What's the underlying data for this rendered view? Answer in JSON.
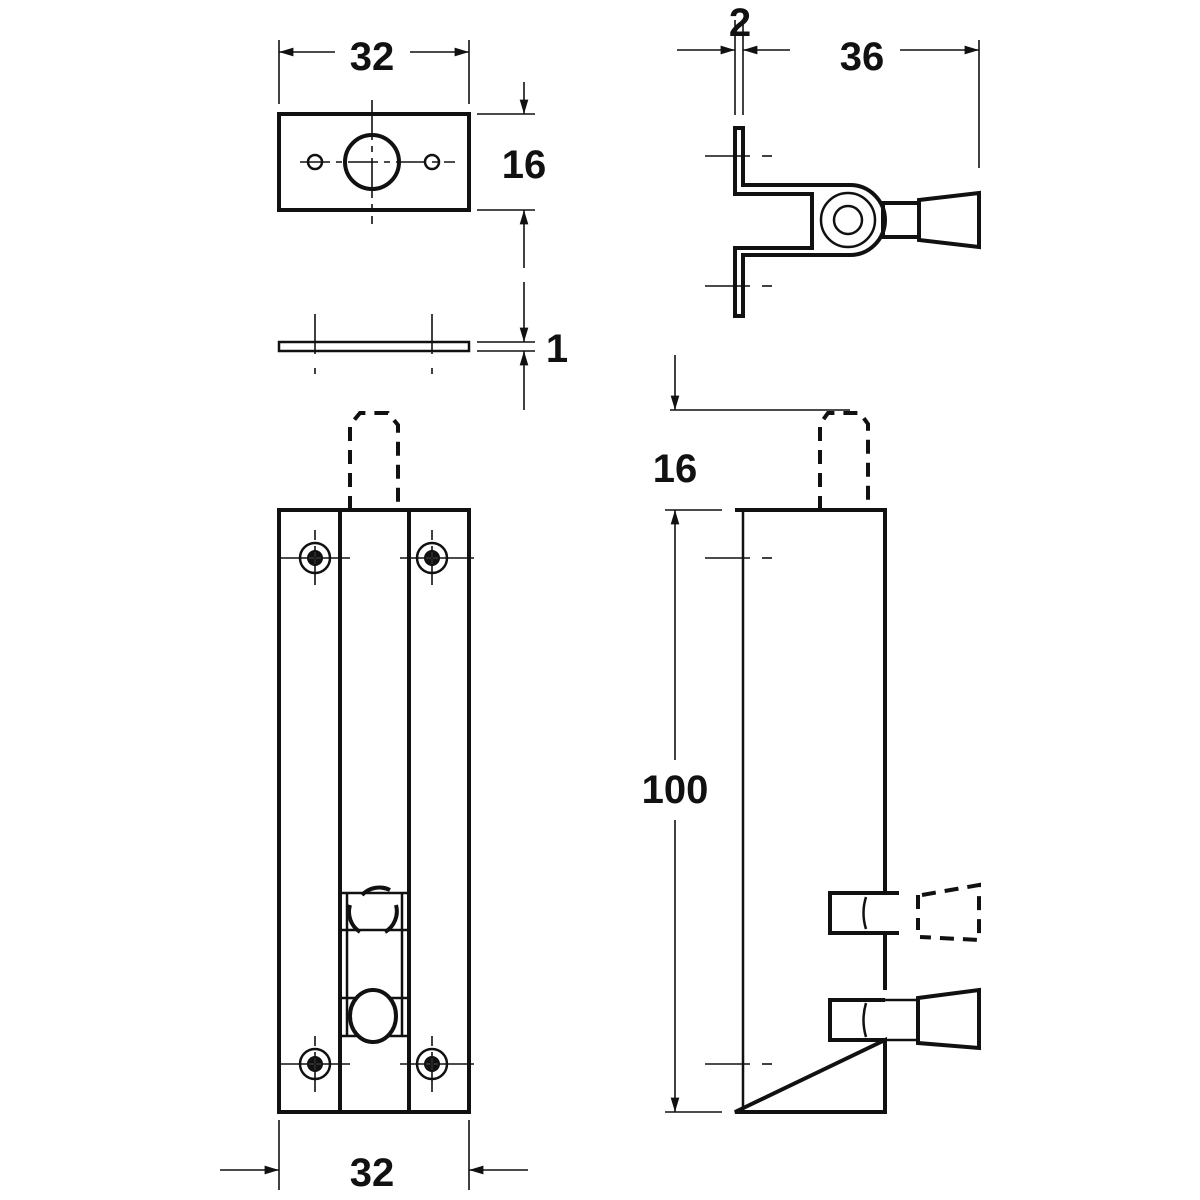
{
  "drawing": {
    "dimensions": {
      "plate_width": "32",
      "plate_height": "16",
      "plate_thickness": "1",
      "bracket_thickness": "2",
      "bracket_depth": "36",
      "bolt_travel": "16",
      "body_length": "100",
      "body_width": "32"
    },
    "line_color": "#111111"
  }
}
